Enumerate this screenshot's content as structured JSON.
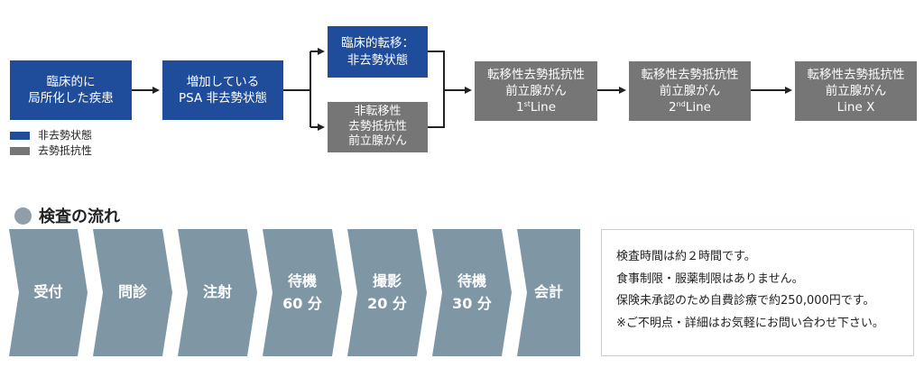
{
  "flow": {
    "box_localized": "臨床的に\n局所化した疾患",
    "box_increasing_psa": "増加している\nPSA 非去勢状態",
    "box_clinical_metastatic_nonCR": "臨床的転移：\n非去勢状態",
    "box_nonmetastatic_CR": "非転移性\n去勢抵抗性\n前立腺がん",
    "box_mcrpc_1st": {
      "main": "転移性去勢抵抗性\n前立腺がん\n1",
      "sup": "st",
      "tail": "Line"
    },
    "box_mcrpc_2nd": {
      "main": "転移性去勢抵抗性\n前立腺がん\n2",
      "sup": "nd",
      "tail": "Line"
    },
    "box_mcrpc_x": "転移性去勢抵抗性\n前立腺がん\nLine X"
  },
  "legend": {
    "items": [
      {
        "label": "非去勢状態",
        "color": "#1f4d9c"
      },
      {
        "label": "去勢抵抗性",
        "color": "#767676"
      }
    ]
  },
  "section": {
    "title": "検査の流れ"
  },
  "steps": [
    {
      "label": "受付"
    },
    {
      "label": "問診"
    },
    {
      "label": "注射"
    },
    {
      "label": "待機\n60 分"
    },
    {
      "label": "撮影\n20 分"
    },
    {
      "label": "待機\n30 分"
    },
    {
      "label": "会計"
    }
  ],
  "notes": [
    "検査時間は約２時間です。",
    "食事制限・服薬制限はありません。",
    "保険未承認のため自費診療で約250,000円です。",
    "※ご不明点・詳細はお気軽にお問い合わせ下さい。"
  ],
  "colors": {
    "blue": "#1f4d9c",
    "gray": "#767676",
    "step": "#7f96a4",
    "arrow": "#222222"
  }
}
